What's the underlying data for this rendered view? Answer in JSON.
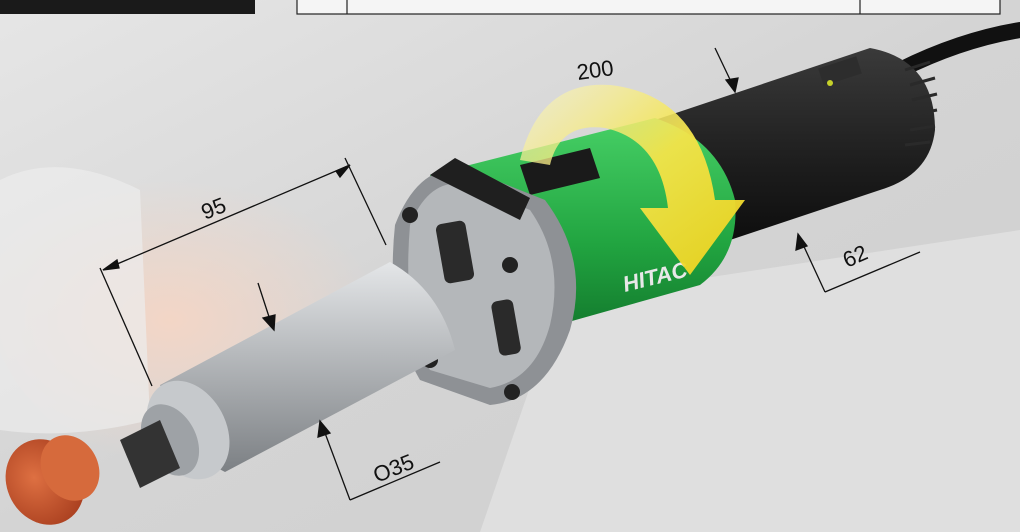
{
  "dimensions": {
    "length_label": "95",
    "rotation_label": "200",
    "body_diameter_label": "62",
    "nose_diameter_label": "O35"
  },
  "product": {
    "brand_text": "HITAC"
  },
  "colors": {
    "tool_green": "#2bb34a",
    "tool_black": "#1e1e1e",
    "nose_silver": "#b9bcbf",
    "arrow_yellow": "#f3e23a",
    "wheel_orange": "#c7542b"
  },
  "table_strip": {
    "cells": [
      "",
      "",
      ""
    ]
  }
}
